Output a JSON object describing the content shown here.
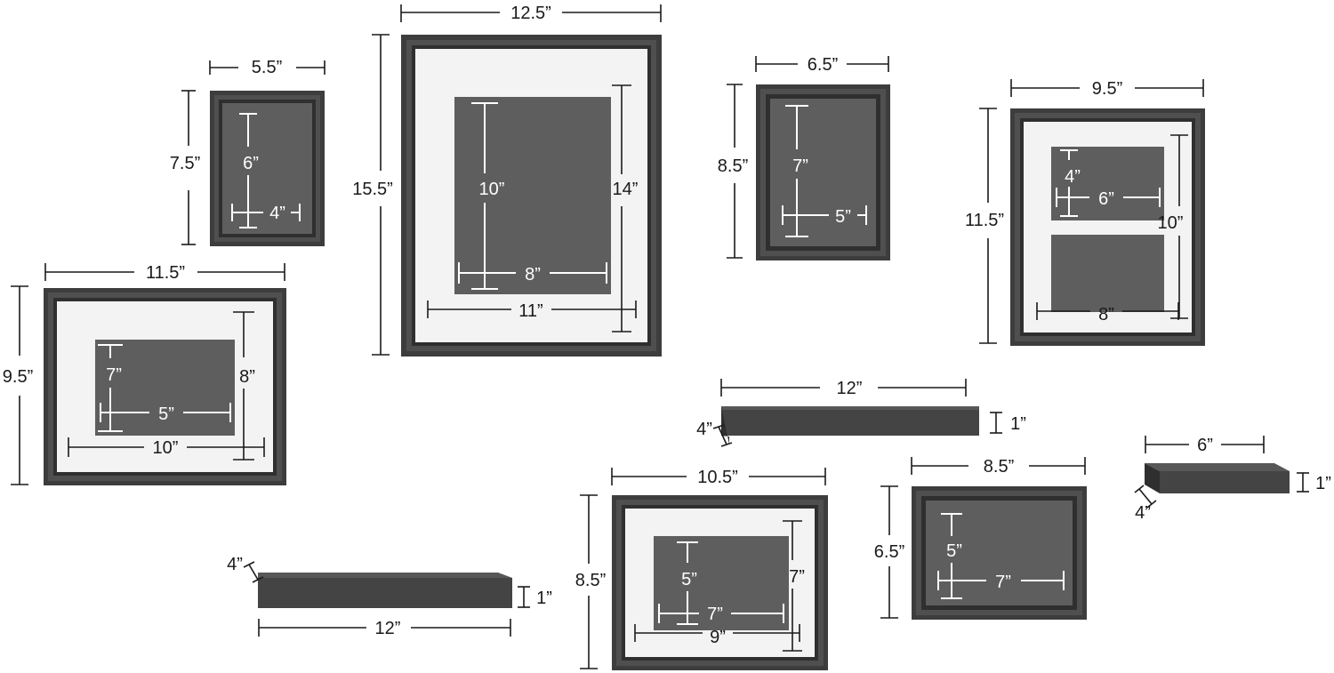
{
  "colors": {
    "frame_outer": "#3d3d3d",
    "frame_face": "#4f4f4f",
    "frame_inner": "#2f2f2f",
    "mat": "#f3f3f3",
    "photo": "#5e5e5e",
    "shelf_top": "#575757",
    "shelf_front": "#444444",
    "dim_line": "#1a1a1a",
    "inner_dim_line": "#ffffff",
    "dim_text": "#1a1a1a",
    "inner_dim_text": "#ffffff"
  },
  "frames": [
    {
      "id": "frame-small-5x7",
      "width_label": "5.5”",
      "height_label": "7.5”",
      "photo_height_label": "6”",
      "photo_width_label": "4”"
    },
    {
      "id": "frame-large-12x15",
      "width_label": "12.5”",
      "height_label": "15.5”",
      "photo_height_label": "10”",
      "photo_width_label": "8”",
      "mat_height_label": "14”",
      "mat_width_label": "11”"
    },
    {
      "id": "frame-6x8",
      "width_label": "6.5”",
      "height_label": "8.5”",
      "photo_height_label": "7”",
      "photo_width_label": "5”"
    },
    {
      "id": "frame-double-9x11",
      "width_label": "9.5”",
      "height_label": "11.5”",
      "photo_height_label": "4”",
      "photo_width_label": "6”",
      "mat_height_label": "10”",
      "mat_width_label": "8”"
    },
    {
      "id": "frame-landscape-11x9",
      "width_label": "11.5”",
      "height_label": "9.5”",
      "photo_height_label": "7”",
      "photo_width_label": "5”",
      "mat_height_label": "8”",
      "mat_width_label": "10”"
    },
    {
      "id": "frame-landscape-10x8",
      "width_label": "10.5”",
      "height_label": "8.5”",
      "photo_height_label": "5”",
      "photo_width_label": "7”",
      "mat_height_label": "7”",
      "mat_width_label": "9”"
    },
    {
      "id": "frame-landscape-8x6",
      "width_label": "8.5”",
      "height_label": "6.5”",
      "photo_height_label": "5”",
      "photo_width_label": "7”"
    }
  ],
  "shelves": [
    {
      "id": "shelf-12-upper",
      "length_label": "12”",
      "height_label": "1”",
      "depth_label": "4”"
    },
    {
      "id": "shelf-6",
      "length_label": "6”",
      "height_label": "1”",
      "depth_label": "4”"
    },
    {
      "id": "shelf-12-lower",
      "length_label": "12”",
      "height_label": "1”",
      "depth_label": "4”"
    }
  ]
}
